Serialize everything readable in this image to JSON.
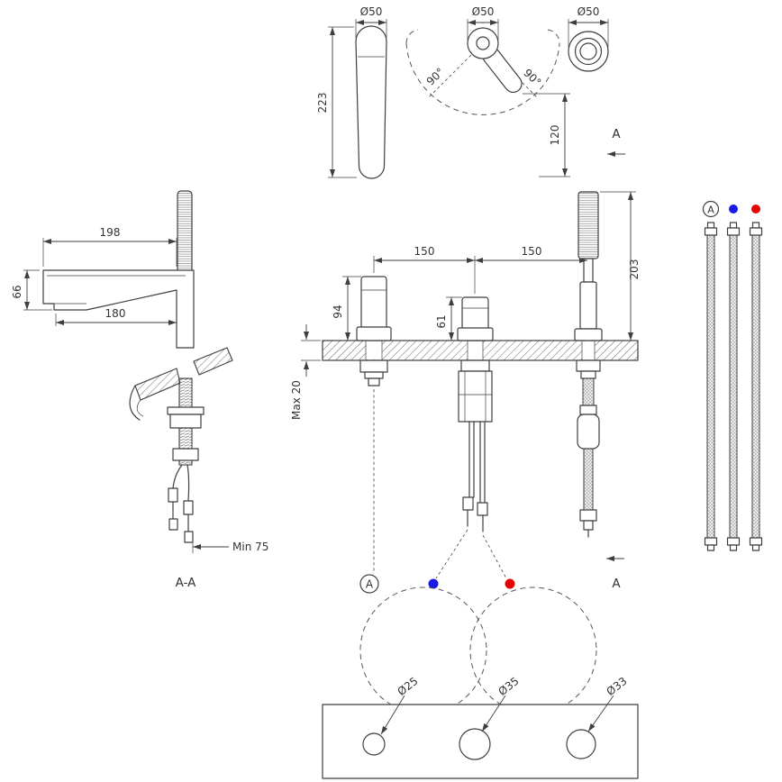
{
  "drawing": {
    "type": "technical-drawing",
    "subject": "3-hole deck-mounted bath mixer with hand shower - installation dimensions"
  },
  "colors": {
    "line": "#3f3f3f",
    "cold": "#1a1ae6",
    "hot": "#e60000"
  },
  "views": {
    "handle_side": {
      "dia": "Ø50",
      "height": "223"
    },
    "handle_front": {
      "dia": "Ø50",
      "swing_left": "90°",
      "swing_right": "90°",
      "projection": "120"
    },
    "handle_top": {
      "dia": "Ø50"
    },
    "section_cut": {
      "marker_top": "A",
      "marker_bottom": "A"
    },
    "spout_section": {
      "reach": "198",
      "length": "180",
      "height": "66",
      "min_clearance": "Min 75",
      "title": "A-A"
    },
    "installation": {
      "spacing_left": "150",
      "spacing_right": "150",
      "valve_height": "94",
      "diverter_height": "61",
      "shower_height": "203",
      "deck_thickness": "Max 20",
      "port_a": "A"
    },
    "connections": {
      "shower_hose": "A"
    },
    "drill_plate": {
      "hole_left": "Ø25",
      "hole_center": "Ø35",
      "hole_right": "Ø33"
    }
  }
}
